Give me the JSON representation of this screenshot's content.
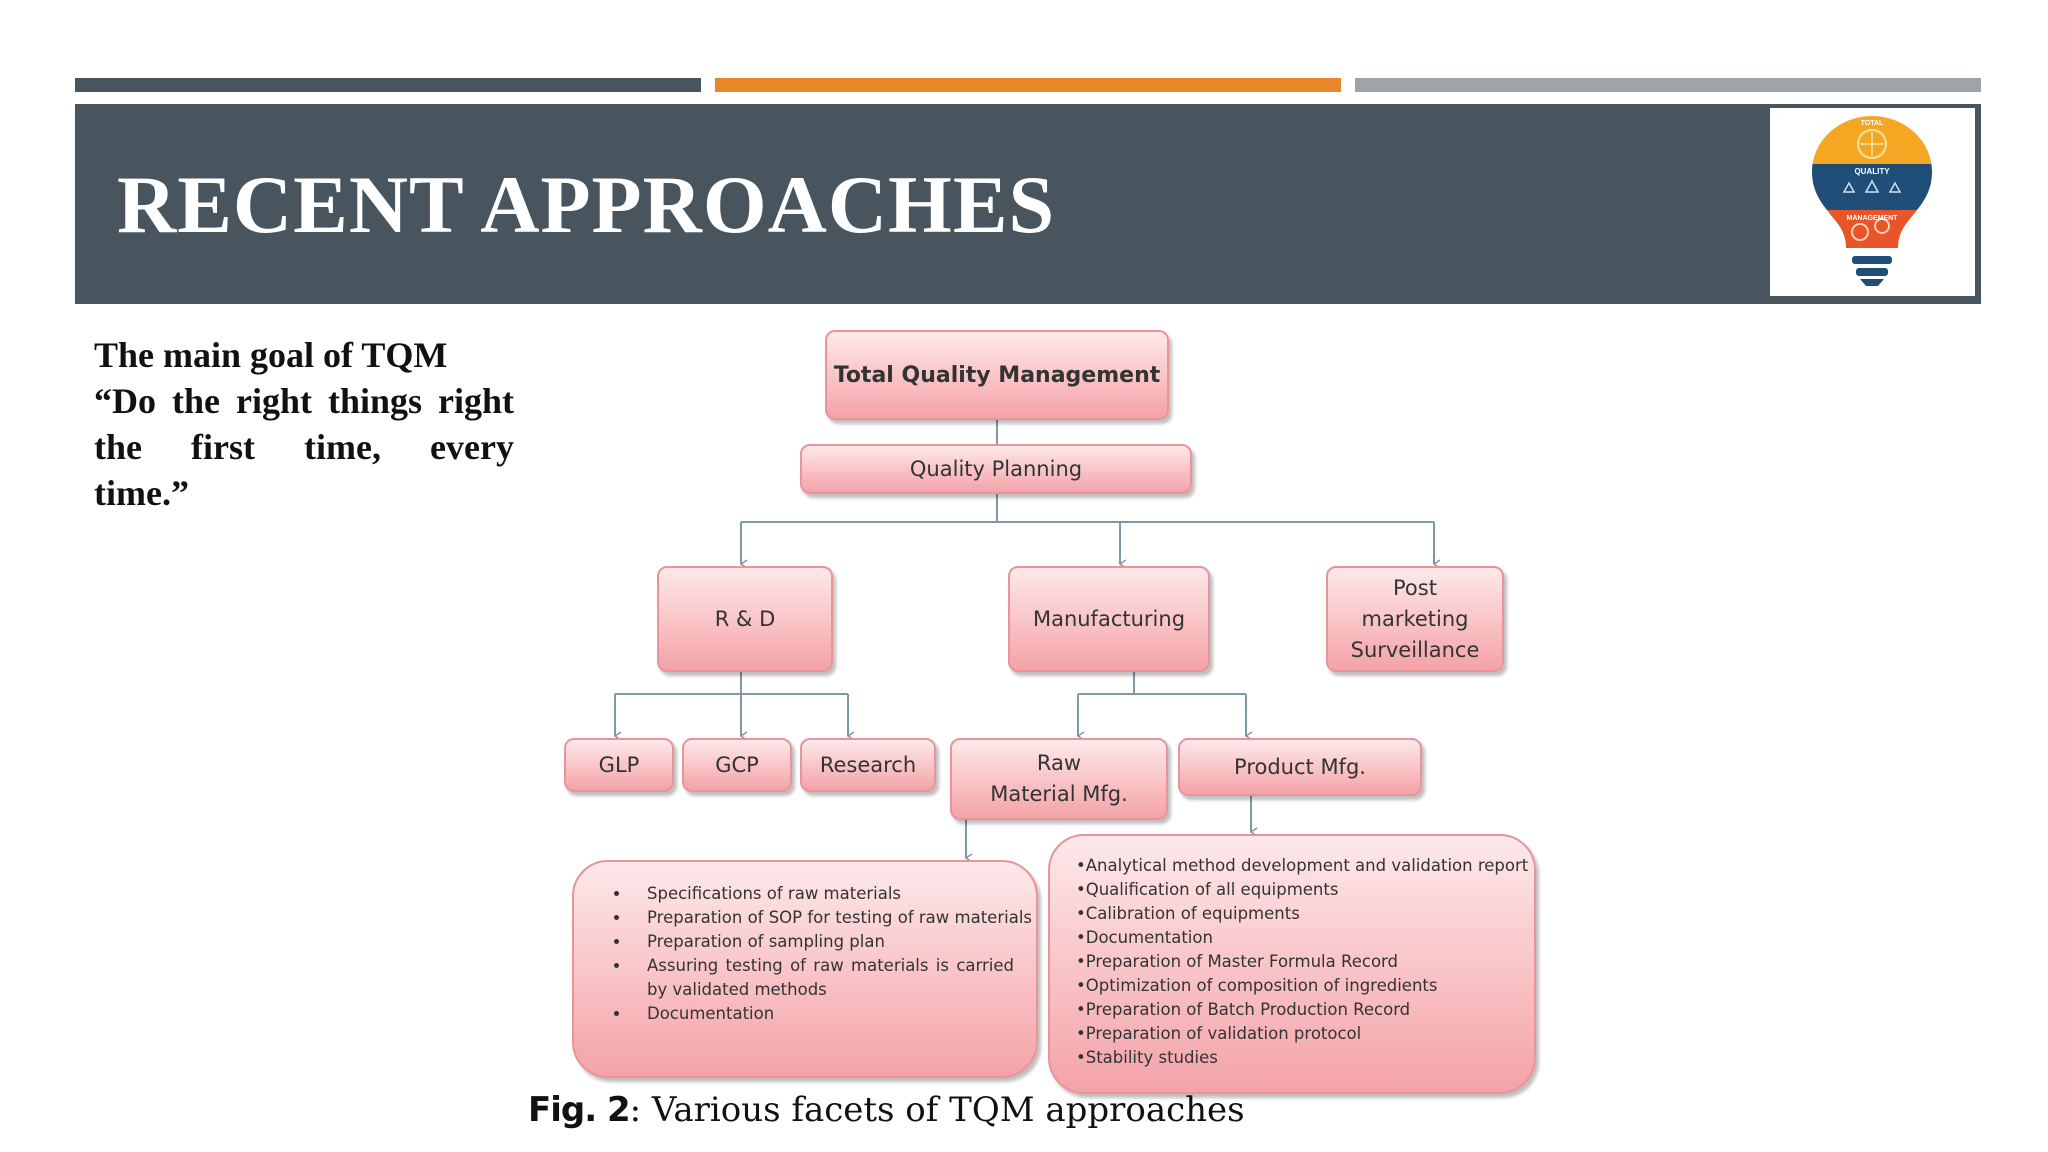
{
  "slide": {
    "title": "RECENT APPROACHES",
    "logo": {
      "icon": "tqm-lightbulb-icon",
      "text_top": "TOTAL",
      "text_mid": "QUALITY",
      "text_bottom": "MANAGEMENT",
      "colors": [
        "#f5a623",
        "#1f4e79",
        "#e8552a"
      ]
    },
    "accent_colors": {
      "dark": "#48555e",
      "orange": "#e8862a",
      "gray": "#9ea4aa"
    }
  },
  "goal": {
    "line1": "The main goal of TQM",
    "line2": "“Do the right things right",
    "line3": "the first time, every",
    "line4": "time.”"
  },
  "diagram": {
    "root": "Total Quality Management",
    "planning": "Quality Planning",
    "rnd": "R & D",
    "manufacturing": "Manufacturing",
    "post_marketing": [
      "Post",
      "marketing",
      "Surveillance"
    ],
    "glp": "GLP",
    "gcp": "GCP",
    "research": "Research",
    "raw_material": [
      "Raw",
      "Material Mfg."
    ],
    "product_mfg": "Product Mfg.",
    "raw_material_details": [
      "Specifications of raw materials",
      "Preparation of SOP for testing of raw materials",
      "Preparation of sampling plan",
      "Assuring testing of raw materials is carried by validated methods",
      "Documentation"
    ],
    "product_details": [
      "•Analytical method development and validation report",
      "•Qualification of all equipments",
      "•Calibration of equipments",
      "•Documentation",
      "•Preparation of Master Formula Record",
      "•Optimization of composition of ingredients",
      "•Preparation of Batch Production Record",
      "•Preparation of validation protocol",
      "•Stability studies"
    ],
    "caption_label": "Fig. 2",
    "caption_text": ": Various facets of TQM approaches"
  }
}
